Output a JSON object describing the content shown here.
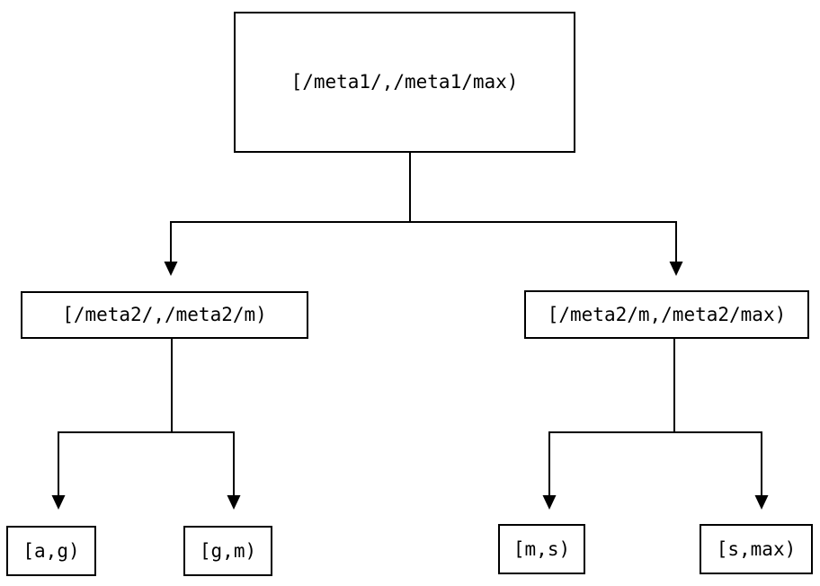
{
  "diagram": {
    "type": "tree",
    "colors": {
      "background": "#ffffff",
      "line": "#000000",
      "node_border": "#000000",
      "node_fill": "#ffffff",
      "text": "#000000"
    },
    "nodes": {
      "root": {
        "label": "[/meta1/,/meta1/max)"
      },
      "l2_left": {
        "label": "[/meta2/,/meta2/m)"
      },
      "l2_right": {
        "label": "[/meta2/m,/meta2/max)"
      },
      "leaf_ag": {
        "label": "[a,g)"
      },
      "leaf_gm": {
        "label": "[g,m)"
      },
      "leaf_ms": {
        "label": "[m,s)"
      },
      "leaf_smax": {
        "label": "[s,max)"
      }
    },
    "edges": [
      {
        "from": "root",
        "to": "l2_left"
      },
      {
        "from": "root",
        "to": "l2_right"
      },
      {
        "from": "l2_left",
        "to": "leaf_ag"
      },
      {
        "from": "l2_left",
        "to": "leaf_gm"
      },
      {
        "from": "l2_right",
        "to": "leaf_ms"
      },
      {
        "from": "l2_right",
        "to": "leaf_smax"
      }
    ]
  }
}
